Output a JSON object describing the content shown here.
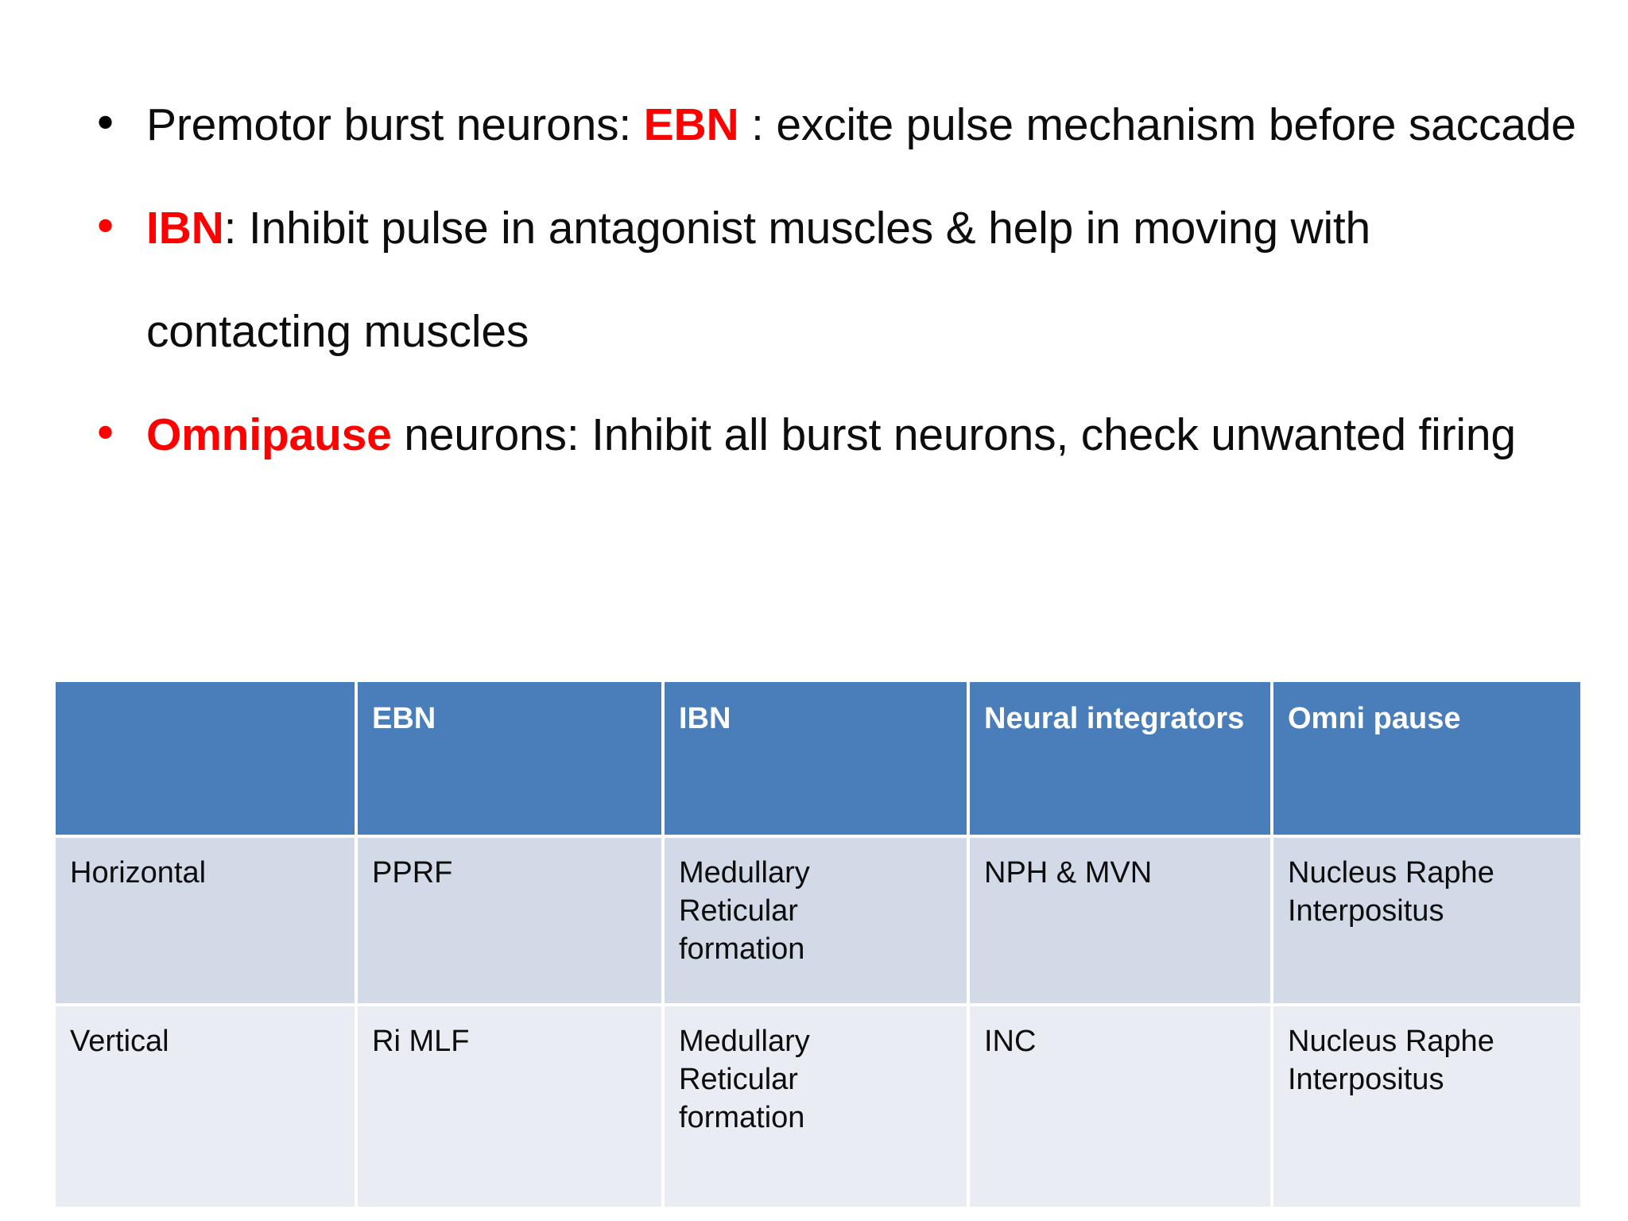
{
  "slide": {
    "background_color": "#FFFFFF",
    "accent_red": "#FF0000",
    "table_header_blue": "#4A7EBB",
    "table_row1_fill": "#D2DAE8",
    "table_row2_fill": "#E9ECF2"
  },
  "bullets": [
    {
      "marker": "•",
      "marker_color": "#000000",
      "lead_plain": "Premotor burst neurons: ",
      "highlight": "EBN",
      "rest": " : excite pulse mechanism before saccade"
    },
    {
      "marker": "•",
      "marker_color": "#FF0000",
      "lead_plain": "",
      "highlight": "IBN",
      "rest": ": Inhibit pulse in antagonist muscles & help in moving with contacting muscles"
    },
    {
      "marker": "•",
      "marker_color": "#FF0000",
      "lead_plain": "",
      "highlight": "Omnipause",
      "rest": " neurons: Inhibit all burst neurons, check unwanted firing"
    }
  ],
  "table": {
    "headers": [
      "",
      "EBN",
      "IBN",
      "Neural integrators",
      "Omni pause"
    ],
    "rows": [
      {
        "label": "Horizontal",
        "ebn": "PPRF",
        "ibn_lines": [
          "Medullary",
          "Reticular",
          "formation"
        ],
        "neural_integrators": "NPH & MVN",
        "omni_pause_lines": [
          "Nucleus Raphe",
          "Interpositus"
        ]
      },
      {
        "label": "Vertical",
        "ebn": "Ri MLF",
        "ibn_lines": [
          "Medullary",
          "Reticular",
          "formation"
        ],
        "neural_integrators": "INC",
        "omni_pause_lines": [
          "Nucleus Raphe",
          "Interpositus"
        ]
      }
    ]
  }
}
